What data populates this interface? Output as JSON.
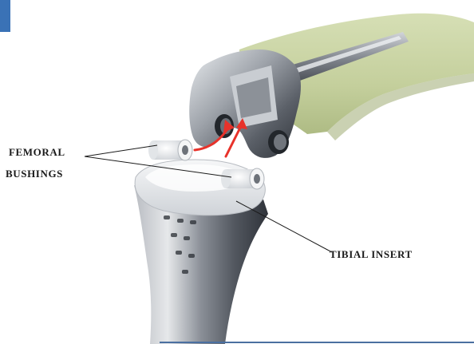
{
  "labels": {
    "femoral_bushings_line1": "FEMORAL",
    "femoral_bushings_line2": "BUSHINGS",
    "tibial_insert": "TIBIAL INSERT"
  },
  "colors": {
    "corner_tab": "#3a72b6",
    "bottom_rule": "#4a6fa0",
    "arrow": "#e8322a",
    "bone": "#c8d3a4",
    "metal_dark": "#3e434b",
    "metal_light": "#d7dbe0",
    "insert_white": "#eceef0"
  }
}
